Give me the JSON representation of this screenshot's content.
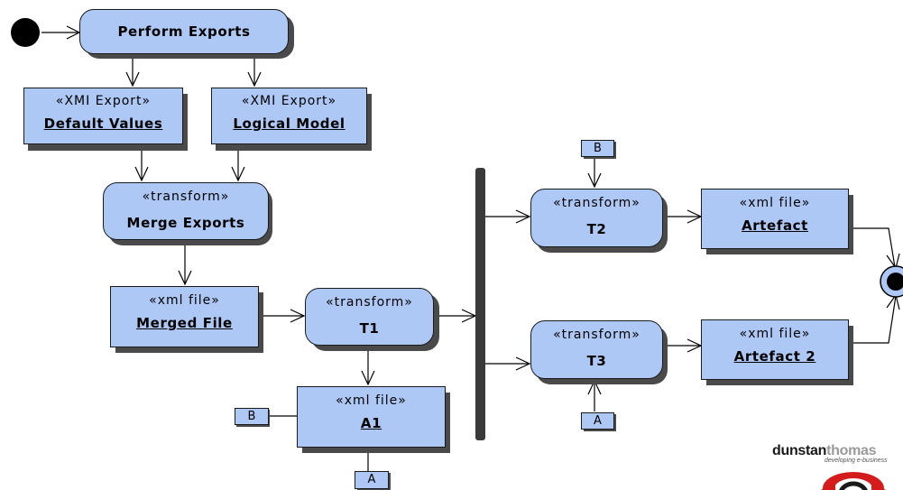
{
  "nodes": {
    "perform_exports": {
      "name": "Perform Exports"
    },
    "default_values": {
      "stereotype": "«XMI Export»",
      "name": "Default Values"
    },
    "logical_model": {
      "stereotype": "«XMI Export»",
      "name": "Logical Model"
    },
    "merge_exports": {
      "stereotype": "«transform»",
      "name": "Merge Exports"
    },
    "merged_file": {
      "stereotype": "«xml file»",
      "name": "Merged File"
    },
    "t1": {
      "stereotype": "«transform»",
      "name": "T1"
    },
    "a1": {
      "stereotype": "«xml file»",
      "name": "A1"
    },
    "t2": {
      "stereotype": "«transform»",
      "name": "T2"
    },
    "t3": {
      "stereotype": "«transform»",
      "name": "T3"
    },
    "artefact": {
      "stereotype": "«xml file»",
      "name": "Artefact"
    },
    "artefact2": {
      "stereotype": "«xml file»",
      "name": "Artefact 2"
    }
  },
  "pins": {
    "a1_left": "B",
    "a1_bottom": "A",
    "t2_top": "B",
    "t3_bottom": "A"
  },
  "logo": {
    "brand_dark": "dunstan",
    "brand_light": "thomas",
    "tagline": "developing e-business"
  },
  "colors": {
    "node_fill": "#aec8f5",
    "shadow": "#4a4a4a",
    "stroke": "#000000"
  }
}
